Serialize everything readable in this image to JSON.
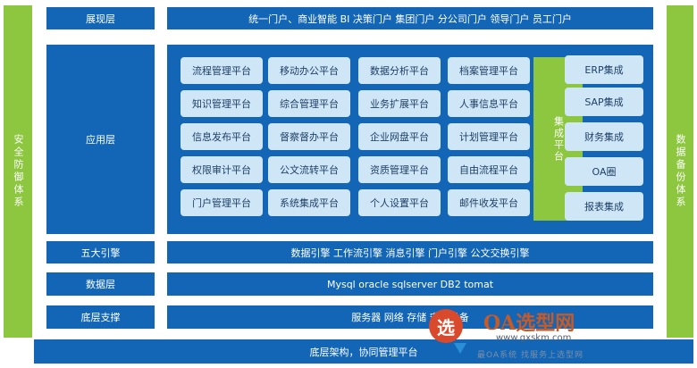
{
  "side": {
    "left": "安全防御体系",
    "right": "数据备份体系"
  },
  "layers": {
    "presentation": {
      "label": "展现层",
      "content": "统一门户、商业智能  BI  决策门户  集团门户  分公司门户  领导门户  员工门户"
    },
    "application": {
      "label": "应用层",
      "modules": [
        [
          "流程管理平台",
          "移动办公平台",
          "数据分析平台",
          "档案管理平台"
        ],
        [
          "知识管理平台",
          "综合管理平台",
          "业务扩展平台",
          "人事信息平台"
        ],
        [
          "信息发布平台",
          "督察督办平台",
          "企业网盘平台",
          "计划管理平台"
        ],
        [
          "权限审计平台",
          "公文流转平台",
          "资质管理平台",
          "自由流程平台"
        ],
        [
          "门户管理平台",
          "系统集成平台",
          "个人设置平台",
          "邮件收发平台"
        ]
      ],
      "integration": "集成平台",
      "integrations": [
        "ERP集成",
        "SAP集成",
        "财务集成",
        "OA圈",
        "报表集成"
      ]
    },
    "engines": {
      "label": "五大引擎",
      "content": "数据引擎   工作流引擎   消息引擎   门户引擎   公文交换引擎"
    },
    "data": {
      "label": "数据层",
      "content": "Mysql  oracle  sqlserver  DB2   tomat"
    },
    "infrastructure": {
      "label": "底层支撑",
      "content": "服务器  网络  存储  安全设备"
    },
    "base": {
      "content": "底层架构，协同管理平台"
    }
  },
  "watermark": {
    "icon_char": "选",
    "title": "OA选型网",
    "url": "www.gxskm.com",
    "slogan": "最OA系统 找服务上选型网"
  },
  "colors": {
    "primary_blue": "#1266b5",
    "green": "#8dc63f",
    "module_bg": "#cfe6f7"
  }
}
